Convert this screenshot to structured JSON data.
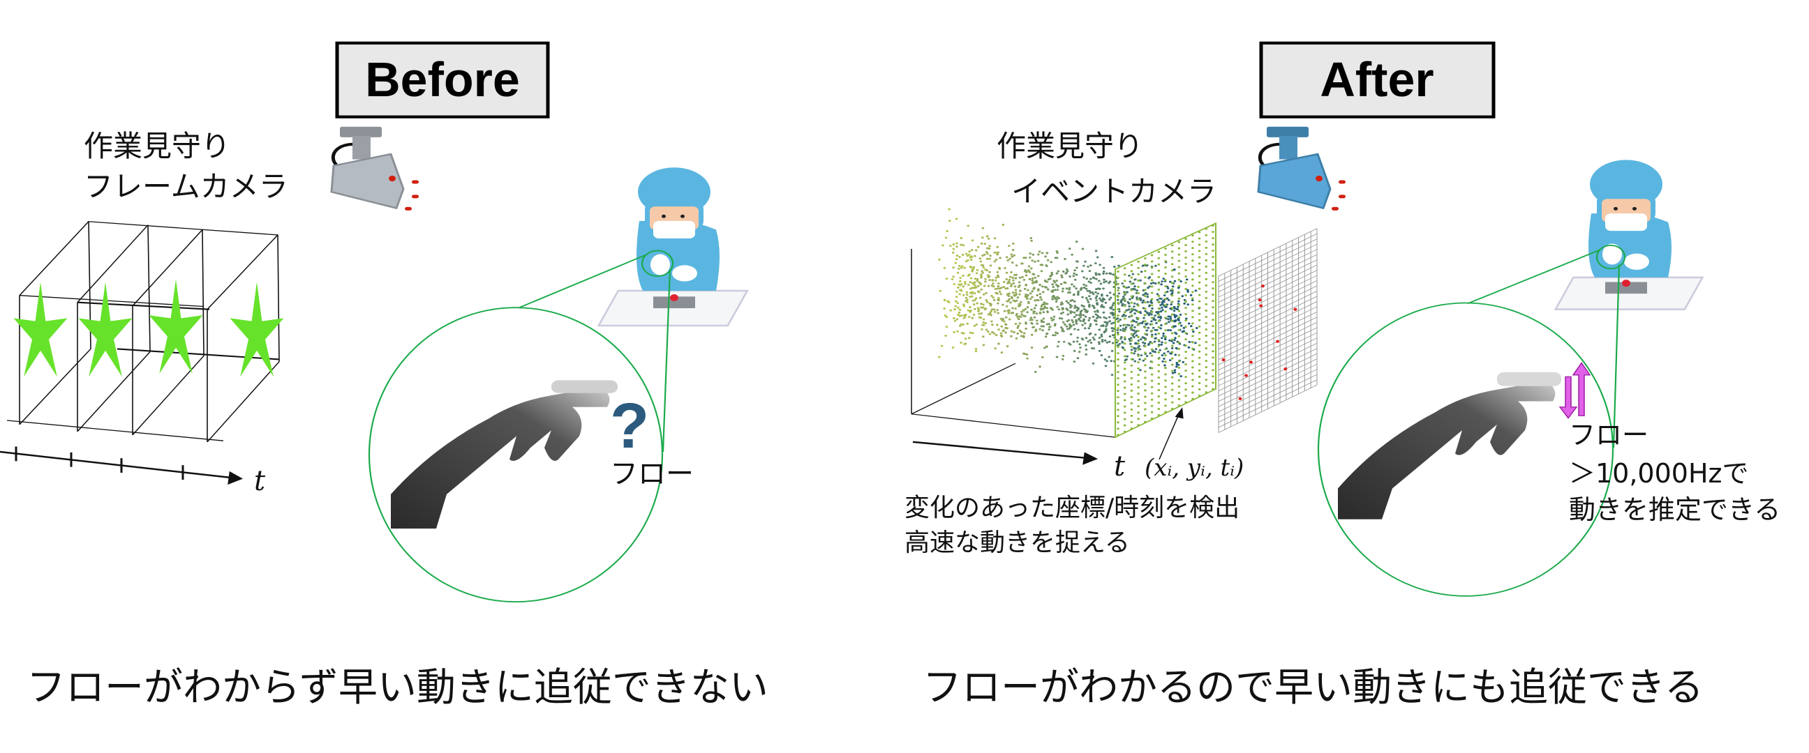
{
  "before": {
    "title": "Before",
    "camera_label_line1": "作業見守り",
    "camera_label_line2": "フレームカメラ",
    "time_axis_label": "t",
    "flow_label": "フロー",
    "question_mark": "?",
    "caption": "フローがわからず早い動きに追従できない"
  },
  "after": {
    "title": "After",
    "camera_label_line1": "作業見守り",
    "camera_label_line2": "イベントカメラ",
    "time_axis_label": "t",
    "event_tuple": "(xᵢ, yᵢ, tᵢ)",
    "description_line1": "変化のあった座標/時刻を検出",
    "description_line2": "高速な動きを捉える",
    "flow_label": "フロー",
    "rate_label": "＞10,000Hzで",
    "estimate_label": "動きを推定できる",
    "caption": "フローがわかるので早い動きにも追従できる"
  },
  "colors": {
    "title_box_fill": "#e8e8e8",
    "star_green": "#66e22a",
    "zoom_circle": "#1aaa4a",
    "event_plane": "#8ab83a",
    "event_point": "#e02020",
    "flow_arrow": "#e060e8",
    "question_mark": "#2b5a7e"
  }
}
